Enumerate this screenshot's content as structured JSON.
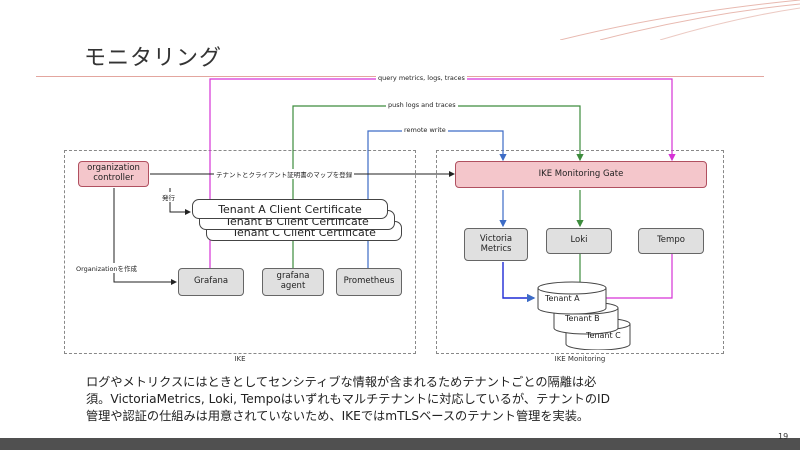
{
  "slide": {
    "title": "モニタリング",
    "page_number": "19",
    "description": [
      "ログやメトリクスにはときとしてセンシティブな情報が含まれるためテナントごとの隔離は必",
      "須。VictoriaMetrics, Loki, Tempoはいずれもマルチテナントに対応しているが、テナントのID",
      "管理や認証の仕組みは用意されていないため、IKEではmTLSベースのテナント管理を実装。"
    ]
  },
  "diagram": {
    "regions": {
      "ike": "IKE",
      "ike_monitoring": "IKE Monitoring"
    },
    "nodes": {
      "org_controller": "organization\ncontroller",
      "grafana": "Grafana",
      "grafana_agent": "grafana\nagent",
      "prometheus": "Prometheus",
      "gate": "IKE Monitoring Gate",
      "victoria_metrics": "Victoria\nMetrics",
      "loki": "Loki",
      "tempo": "Tempo"
    },
    "certificates": [
      "Tenant A Client Certificate",
      "Tenant B Client Certificate",
      "Tenant C Client Certificate"
    ],
    "tenants": [
      "Tenant A",
      "Tenant B",
      "Tenant C"
    ],
    "edge_labels": {
      "query": "query metrics, logs, traces",
      "push": "push logs and traces",
      "remote_write": "remote write",
      "register_map": "テナントとクライアント証明書のマップを登録",
      "issue": "発行",
      "create_org": "Organizationを作成"
    },
    "colors": {
      "query": "#d633d6",
      "push": "#3d8c3d",
      "remote_write": "#3d6cc6",
      "pink_box": "#f4c6cb"
    }
  }
}
